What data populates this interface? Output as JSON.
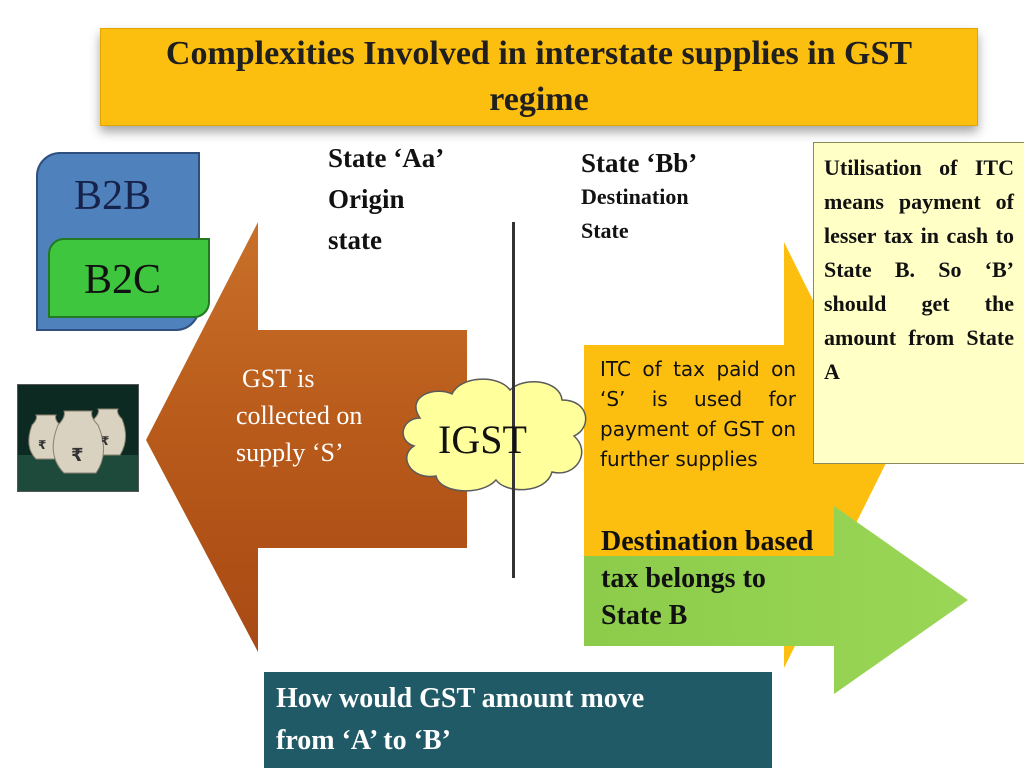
{
  "title": "Complexities Involved in interstate supplies in GST regime",
  "b2b_label": "B2B",
  "b2c_label": "B2C",
  "state_a": [
    "State ‘Aa’",
    "Origin",
    "state"
  ],
  "state_b": {
    "name": "State ‘Bb’",
    "line2": "Destination",
    "line3": "State"
  },
  "itc_note": "Utilisation of ITC means payment of lesser tax in cash to State B. So ‘B’ should get the amount from State A",
  "gst_collected": [
    "GST is",
    "collected on",
    "supply ‘S’"
  ],
  "igst_label": "IGST",
  "itc_paid": "ITC of tax paid on ‘S’ is used for payment of GST on further supplies",
  "destination_based": [
    "Destination based",
    "tax belongs to",
    "State B"
  ],
  "question": [
    "How would GST amount move",
    "from ‘A’ to ‘B’"
  ],
  "colors": {
    "title_bg": "#fdbf0f",
    "orange_arrow": "#c4651e",
    "yellow_arrow": "#fdbf0f",
    "green_arrow": "#92d050",
    "note_bg": "#ffffc6",
    "bottom_box": "#1f5a66",
    "b2b_card": "#4f81bd",
    "b2c_card": "#3ec73e"
  },
  "icons": [
    "money-bags-icon",
    "rupee-icon"
  ]
}
